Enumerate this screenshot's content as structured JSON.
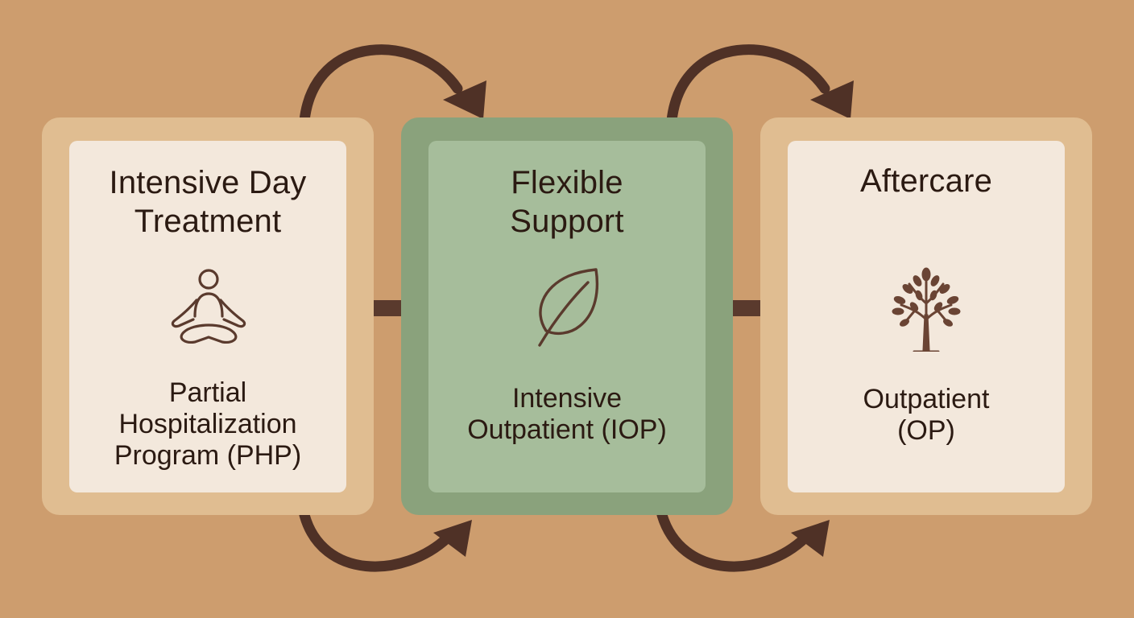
{
  "stages": [
    {
      "title": "Intensive Day\nTreatment",
      "program": "Partial\nHospitalization\nProgram (PHP)",
      "icon": "meditation-icon"
    },
    {
      "title": "Flexible\nSupport",
      "program": "Intensive\nOutpatient (IOP)",
      "icon": "leaf-icon"
    },
    {
      "title": "Aftercare",
      "program": "Outpatient\n(OP)",
      "icon": "tree-icon"
    }
  ],
  "colors": {
    "background": "#cd9d6e",
    "card_border_beige": "#e0bd91",
    "card_fill_beige": "#f3e8dc",
    "card_border_green": "#8aa27c",
    "card_fill_green": "#a6bd9b",
    "connector": "#5a3a2d",
    "text": "#2b1a12"
  }
}
